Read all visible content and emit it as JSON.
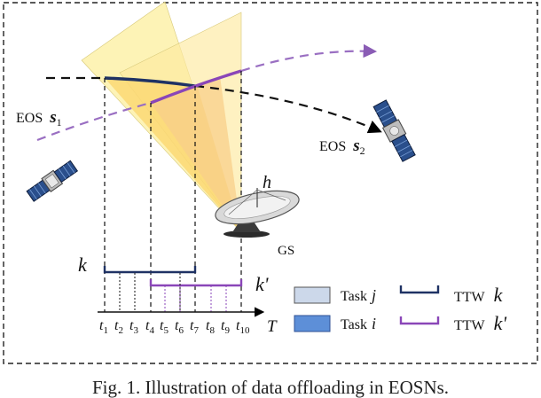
{
  "labels": {
    "eos1_prefix": "EOS",
    "eos1_var": "s",
    "eos1_sub": "1",
    "eos2_prefix": "EOS",
    "eos2_var": "s",
    "eos2_sub": "2",
    "elevation": "h",
    "ground_station": "GS",
    "k": "k",
    "k_prime": "k'",
    "axis_T": "T",
    "t_prefix": "t"
  },
  "ticks": [
    "1",
    "2",
    "3",
    "4",
    "5",
    "6",
    "7",
    "8",
    "9",
    "10"
  ],
  "legend": {
    "task_j_text": "Task",
    "task_j_var": "j",
    "task_i_text": "Task",
    "task_i_var": "i",
    "ttw_k_text": "TTW",
    "ttw_k_var": "k",
    "ttw_kp_text": "TTW",
    "ttw_kp_var": "k'"
  },
  "caption": "Fig. 1. Illustration of data offloading in EOSNs.",
  "colors": {
    "task_j_fill": "#ccd8ea",
    "task_i_fill": "#5d8fd8",
    "ttw_k": "#1f3264",
    "ttw_kp": "#8a46b8",
    "beam_light": "#fdf1a0",
    "beam_warm": "#fbd56a"
  }
}
